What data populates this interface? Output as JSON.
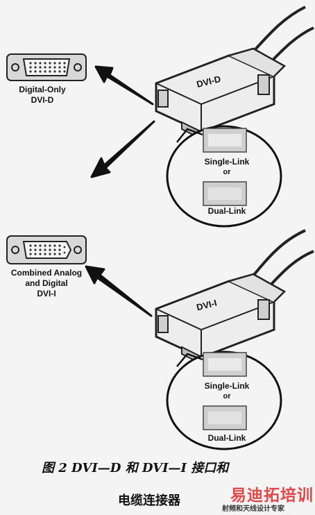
{
  "ports": {
    "top_label_line1": "Digital-Only",
    "top_label_line2": "DVI-D",
    "bottom_label_line1": "Combined Analog",
    "bottom_label_line2": "and Digital",
    "bottom_label_line3": "DVI-I"
  },
  "connectors": {
    "top": "DVI-D",
    "bottom": "DVI-I"
  },
  "callouts": {
    "top_single": "Single-Link",
    "top_or": "or",
    "top_dual": "Dual-Link",
    "bottom_single": "Single-Link",
    "bottom_or": "or",
    "bottom_dual": "Dual-Link"
  },
  "caption": {
    "line1": "图 2  DVI—D 和 DVI—I 接口和",
    "line2": "电缆连接器"
  },
  "watermark": {
    "main": "易迪拓培训",
    "sub": "射频和天线设计专家"
  },
  "colors": {
    "ink": "#111111",
    "paper": "#f4f4f4",
    "watermark": "#e04848"
  }
}
